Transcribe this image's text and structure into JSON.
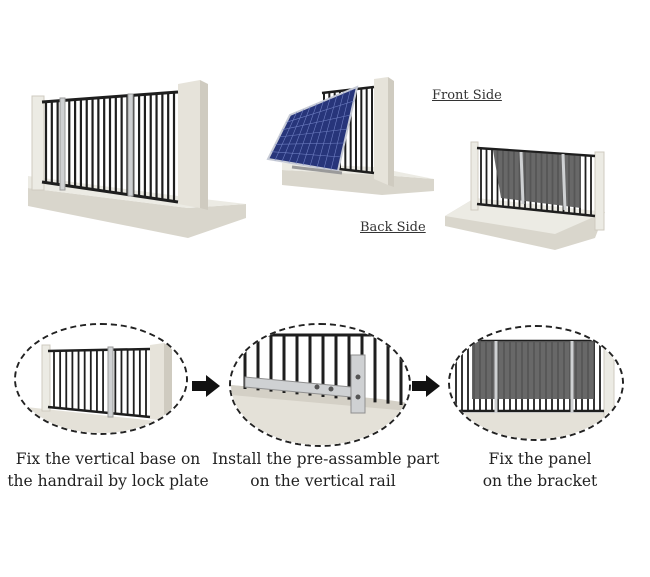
{
  "labels": {
    "front_side": "Front Side",
    "back_side": "Back Side"
  },
  "steps": [
    {
      "caption_line1": "Fix the vertical base on",
      "caption_line2": "the handrail by lock plate"
    },
    {
      "caption_line1": "Install the pre-assamble part",
      "caption_line2": "on the vertical rail"
    },
    {
      "caption_line1": "Fix the panel",
      "caption_line2": "on the bracket"
    }
  ],
  "colors": {
    "wall": "#ece9e0",
    "wall_shadow": "#cfcbc0",
    "rail": "#1e1e1e",
    "solar_panel": "#27357a",
    "panel_back": "#5b5b5b",
    "arrow": "#111111"
  },
  "icons": [
    "arrow-right-icon",
    "arrow-right-icon"
  ]
}
